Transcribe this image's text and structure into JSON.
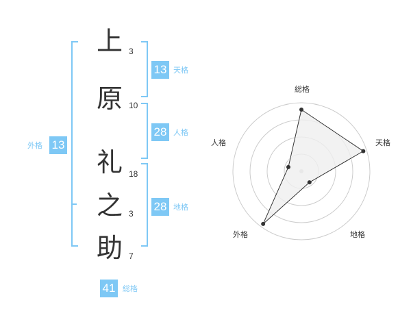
{
  "name": {
    "chars": [
      "上",
      "原",
      "礼",
      "之",
      "助"
    ],
    "strokes": [
      "3",
      "10",
      "18",
      "3",
      "7"
    ]
  },
  "kaku": {
    "tenkaku": {
      "value": "13",
      "label": "天格"
    },
    "jinkaku": {
      "value": "28",
      "label": "人格"
    },
    "chikaku": {
      "value": "28",
      "label": "地格"
    },
    "gaikaku": {
      "value": "13",
      "label": "外格"
    },
    "soukaku": {
      "value": "41",
      "label": "総格"
    }
  },
  "chart_data": {
    "type": "radar",
    "axes": [
      "総格",
      "天格",
      "地格",
      "外格",
      "人格"
    ],
    "values": [
      0.9,
      0.95,
      0.2,
      0.95,
      0.2
    ],
    "rings": 4,
    "colors": {
      "fill": "#efefef",
      "line": "#333333",
      "ring": "#cccccc"
    }
  }
}
